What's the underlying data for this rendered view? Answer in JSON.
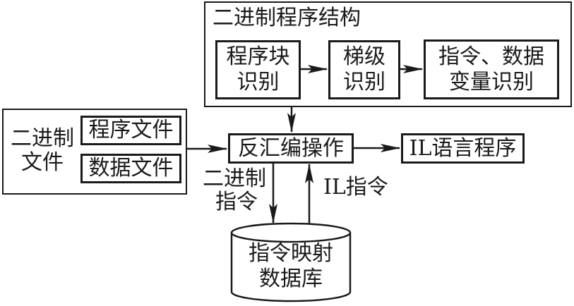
{
  "diagram": {
    "structure_group": {
      "title": "二进制程序结构",
      "steps": [
        {
          "line1": "程序块",
          "line2": "识别"
        },
        {
          "line1": "梯级",
          "line2": "识别"
        },
        {
          "line1": "指令、数据",
          "line2": "变量识别"
        }
      ]
    },
    "binary_file_group": {
      "title_line1": "二进制",
      "title_line2": "文件",
      "items": [
        "程序文件",
        "数据文件"
      ]
    },
    "disassembly": "反汇编操作",
    "output": "IL语言程序",
    "edge_labels": {
      "down_line1": "二进制",
      "down_line2": "指令",
      "up": "IL指令"
    },
    "database": {
      "line1": "指令映射",
      "line2": "数据库"
    }
  }
}
